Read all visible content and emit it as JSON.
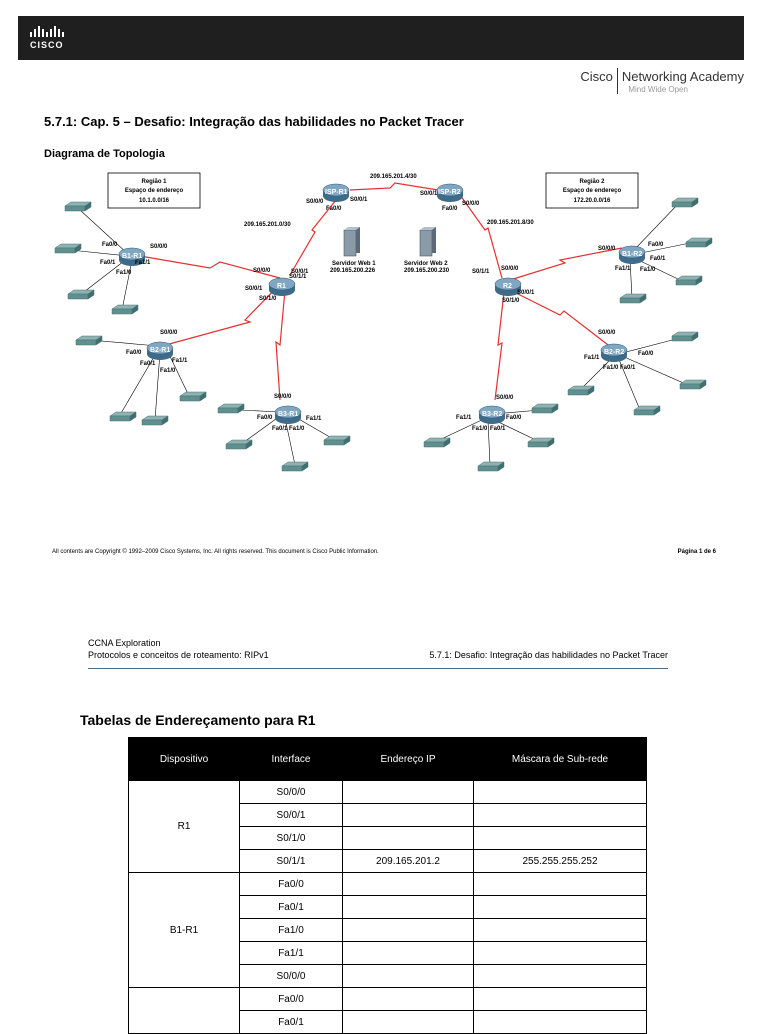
{
  "header": {
    "logo_text": "CISCO",
    "academy_brand": "Cisco",
    "academy_name": "Networking Academy",
    "academy_tagline": "Mind Wide Open"
  },
  "doc_title": "5.7.1: Cap. 5 – Desafio: Integração das habilidades no Packet Tracer",
  "diagram_title": "Diagrama de Topologia",
  "diagram": {
    "region1": [
      "Região 1",
      "Espaço de endereço",
      "10.1.0.0/16"
    ],
    "region2": [
      "Região 2",
      "Espaço de endereço",
      "172.20.0.0/16"
    ],
    "routers": {
      "isp_r1": "ISP-R1",
      "isp_r2": "ISP-R2",
      "r1": "R1",
      "r2": "R2",
      "b1_r1": "B1-R1",
      "b2_r1": "B2-R1",
      "b3_r1": "B3-R1",
      "b1_r2": "B1-R2",
      "b2_r2": "B2-R2",
      "b3_r2": "B3-R2"
    },
    "servers": {
      "web1_name": "Servidor Web 1",
      "web1_ip": "209.165.200.226",
      "web2_name": "Servidor Web 2",
      "web2_ip": "209.165.200.230"
    },
    "networks": {
      "isp_link": "209.165.201.4/30",
      "r1_isp": "209.165.201.0/30",
      "r2_isp": "209.165.201.8/30"
    },
    "interfaces": {
      "S000": "S0/0/0",
      "S001": "S0/0/1",
      "S010": "S0/1/0",
      "S011": "S0/1/1",
      "Fa00": "Fa0/0",
      "Fa01": "Fa0/1",
      "Fa10": "Fa1/0",
      "Fa11": "Fa1/1"
    }
  },
  "footer": {
    "copyright": "All contents are Copyright © 1992–2009 Cisco Systems, Inc. All rights reserved. This document is Cisco Public Information.",
    "page": "Página 1 de 6"
  },
  "page2_header": {
    "course": "CCNA Exploration",
    "module": "Protocolos e conceitos de roteamento: RIPv1",
    "activity": "5.7.1: Desafio: Integração das habilidades no Packet Tracer"
  },
  "tables_title": "Tabelas de Endereçamento para R1",
  "table": {
    "headers": [
      "Dispositivo",
      "Interface",
      "Endereço IP",
      "Máscara de Sub-rede"
    ],
    "groups": [
      {
        "device": "R1",
        "rows": [
          {
            "iface": "S0/0/0",
            "ip": "",
            "mask": ""
          },
          {
            "iface": "S0/0/1",
            "ip": "",
            "mask": ""
          },
          {
            "iface": "S0/1/0",
            "ip": "",
            "mask": ""
          },
          {
            "iface": "S0/1/1",
            "ip": "209.165.201.2",
            "mask": "255.255.255.252"
          }
        ]
      },
      {
        "device": "B1-R1",
        "rows": [
          {
            "iface": "Fa0/0",
            "ip": "",
            "mask": ""
          },
          {
            "iface": "Fa0/1",
            "ip": "",
            "mask": ""
          },
          {
            "iface": "Fa1/0",
            "ip": "",
            "mask": ""
          },
          {
            "iface": "Fa1/1",
            "ip": "",
            "mask": ""
          },
          {
            "iface": "S0/0/0",
            "ip": "",
            "mask": ""
          }
        ]
      },
      {
        "device": "",
        "rows": [
          {
            "iface": "Fa0/0",
            "ip": "",
            "mask": ""
          },
          {
            "iface": "Fa0/1",
            "ip": "",
            "mask": ""
          }
        ]
      }
    ]
  }
}
